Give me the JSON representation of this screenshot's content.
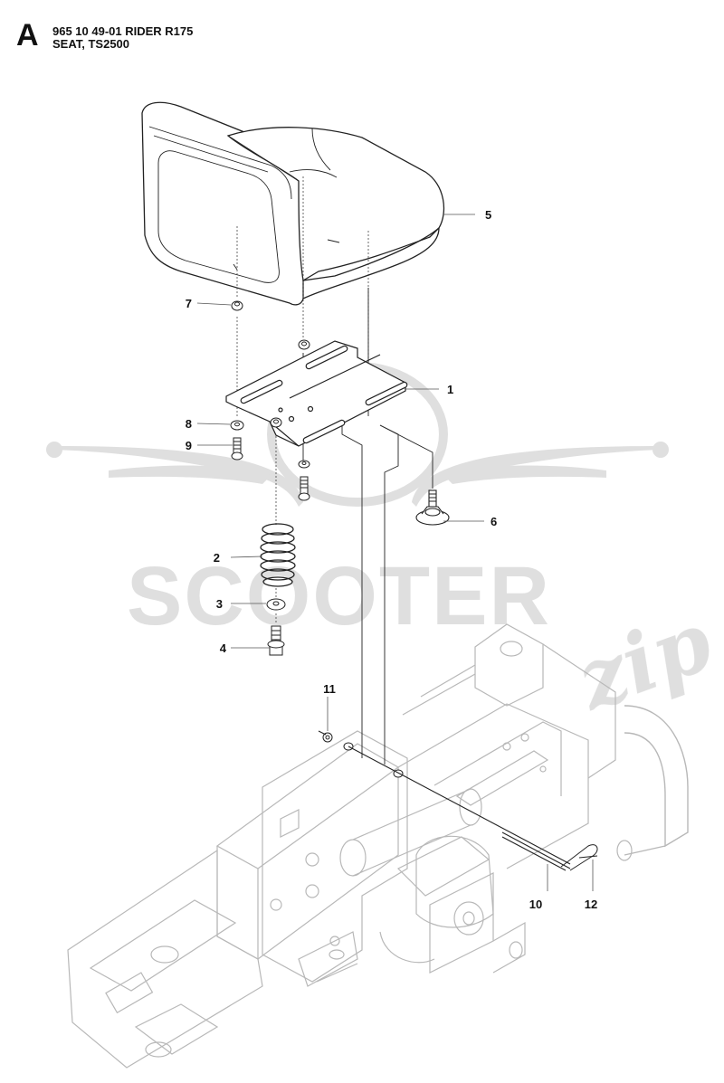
{
  "header": {
    "section_letter": "A",
    "line1": "965 10 49-01 RIDER R175",
    "line2": "SEAT, TS2500"
  },
  "watermark": {
    "text": "SCOOTER",
    "script_text": "zip",
    "color": "#d9d9d9"
  },
  "colors": {
    "line": "#222222",
    "frame": "#b8b8b8",
    "leader": "#555555"
  },
  "callouts": [
    {
      "id": "c1",
      "label": "1"
    },
    {
      "id": "c2",
      "label": "2"
    },
    {
      "id": "c3",
      "label": "3"
    },
    {
      "id": "c4",
      "label": "4"
    },
    {
      "id": "c5",
      "label": "5"
    },
    {
      "id": "c6",
      "label": "6"
    },
    {
      "id": "c7",
      "label": "7"
    },
    {
      "id": "c8",
      "label": "8"
    },
    {
      "id": "c9",
      "label": "9"
    },
    {
      "id": "c10",
      "label": "10"
    },
    {
      "id": "c11",
      "label": "11"
    },
    {
      "id": "c12",
      "label": "12"
    }
  ]
}
